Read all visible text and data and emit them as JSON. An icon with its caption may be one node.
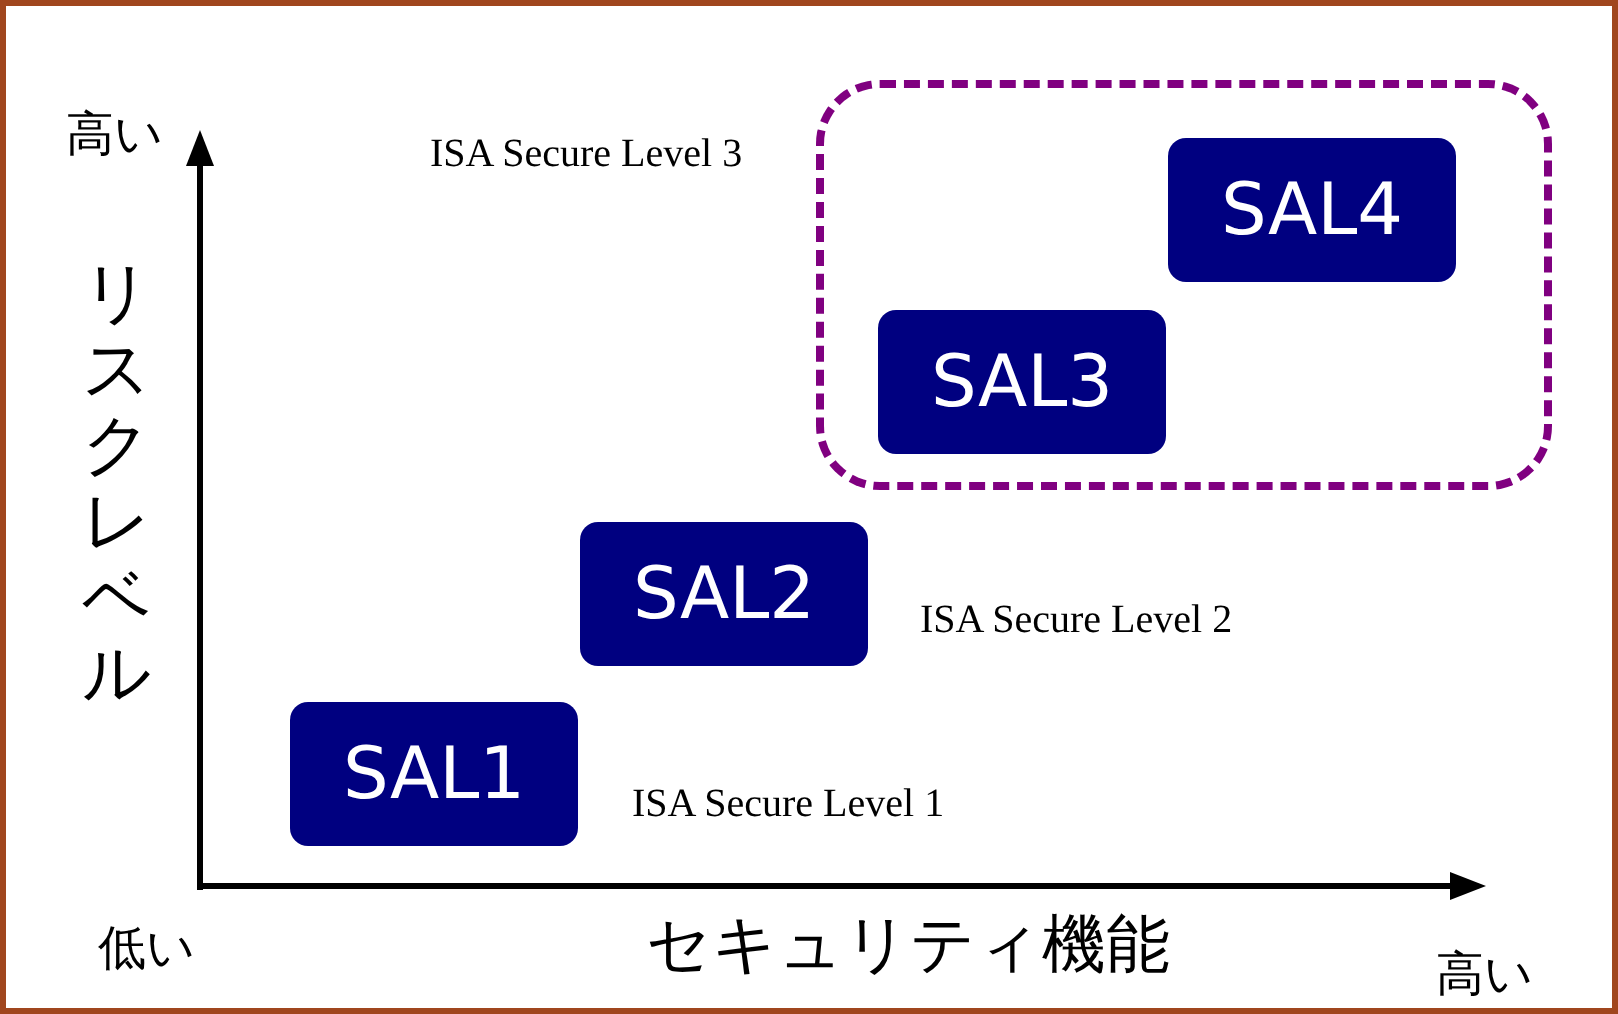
{
  "diagram": {
    "nodes": [
      {
        "text": [],
        "shape": "box",
        "beside": [
          "ISA Secure Level 3"
        ]
      },
      {
        "text": [
          "SAL4"
        ],
        "in": 0
      },
      {
        "text": [
          "SAL3"
        ],
        "in": 0
      },
      {
        "text": [
          "SAL2"
        ],
        "beside": [
          "ISA Secure Level 2"
        ]
      },
      {
        "text": [
          "SAL1"
        ],
        "beside": [
          "ISA Secure Level 1"
        ]
      }
    ],
    "edges": [],
    "labels": [
      "高い",
      "リスクレベル",
      "低い",
      "セキュリティ機能",
      "高い"
    ]
  }
}
